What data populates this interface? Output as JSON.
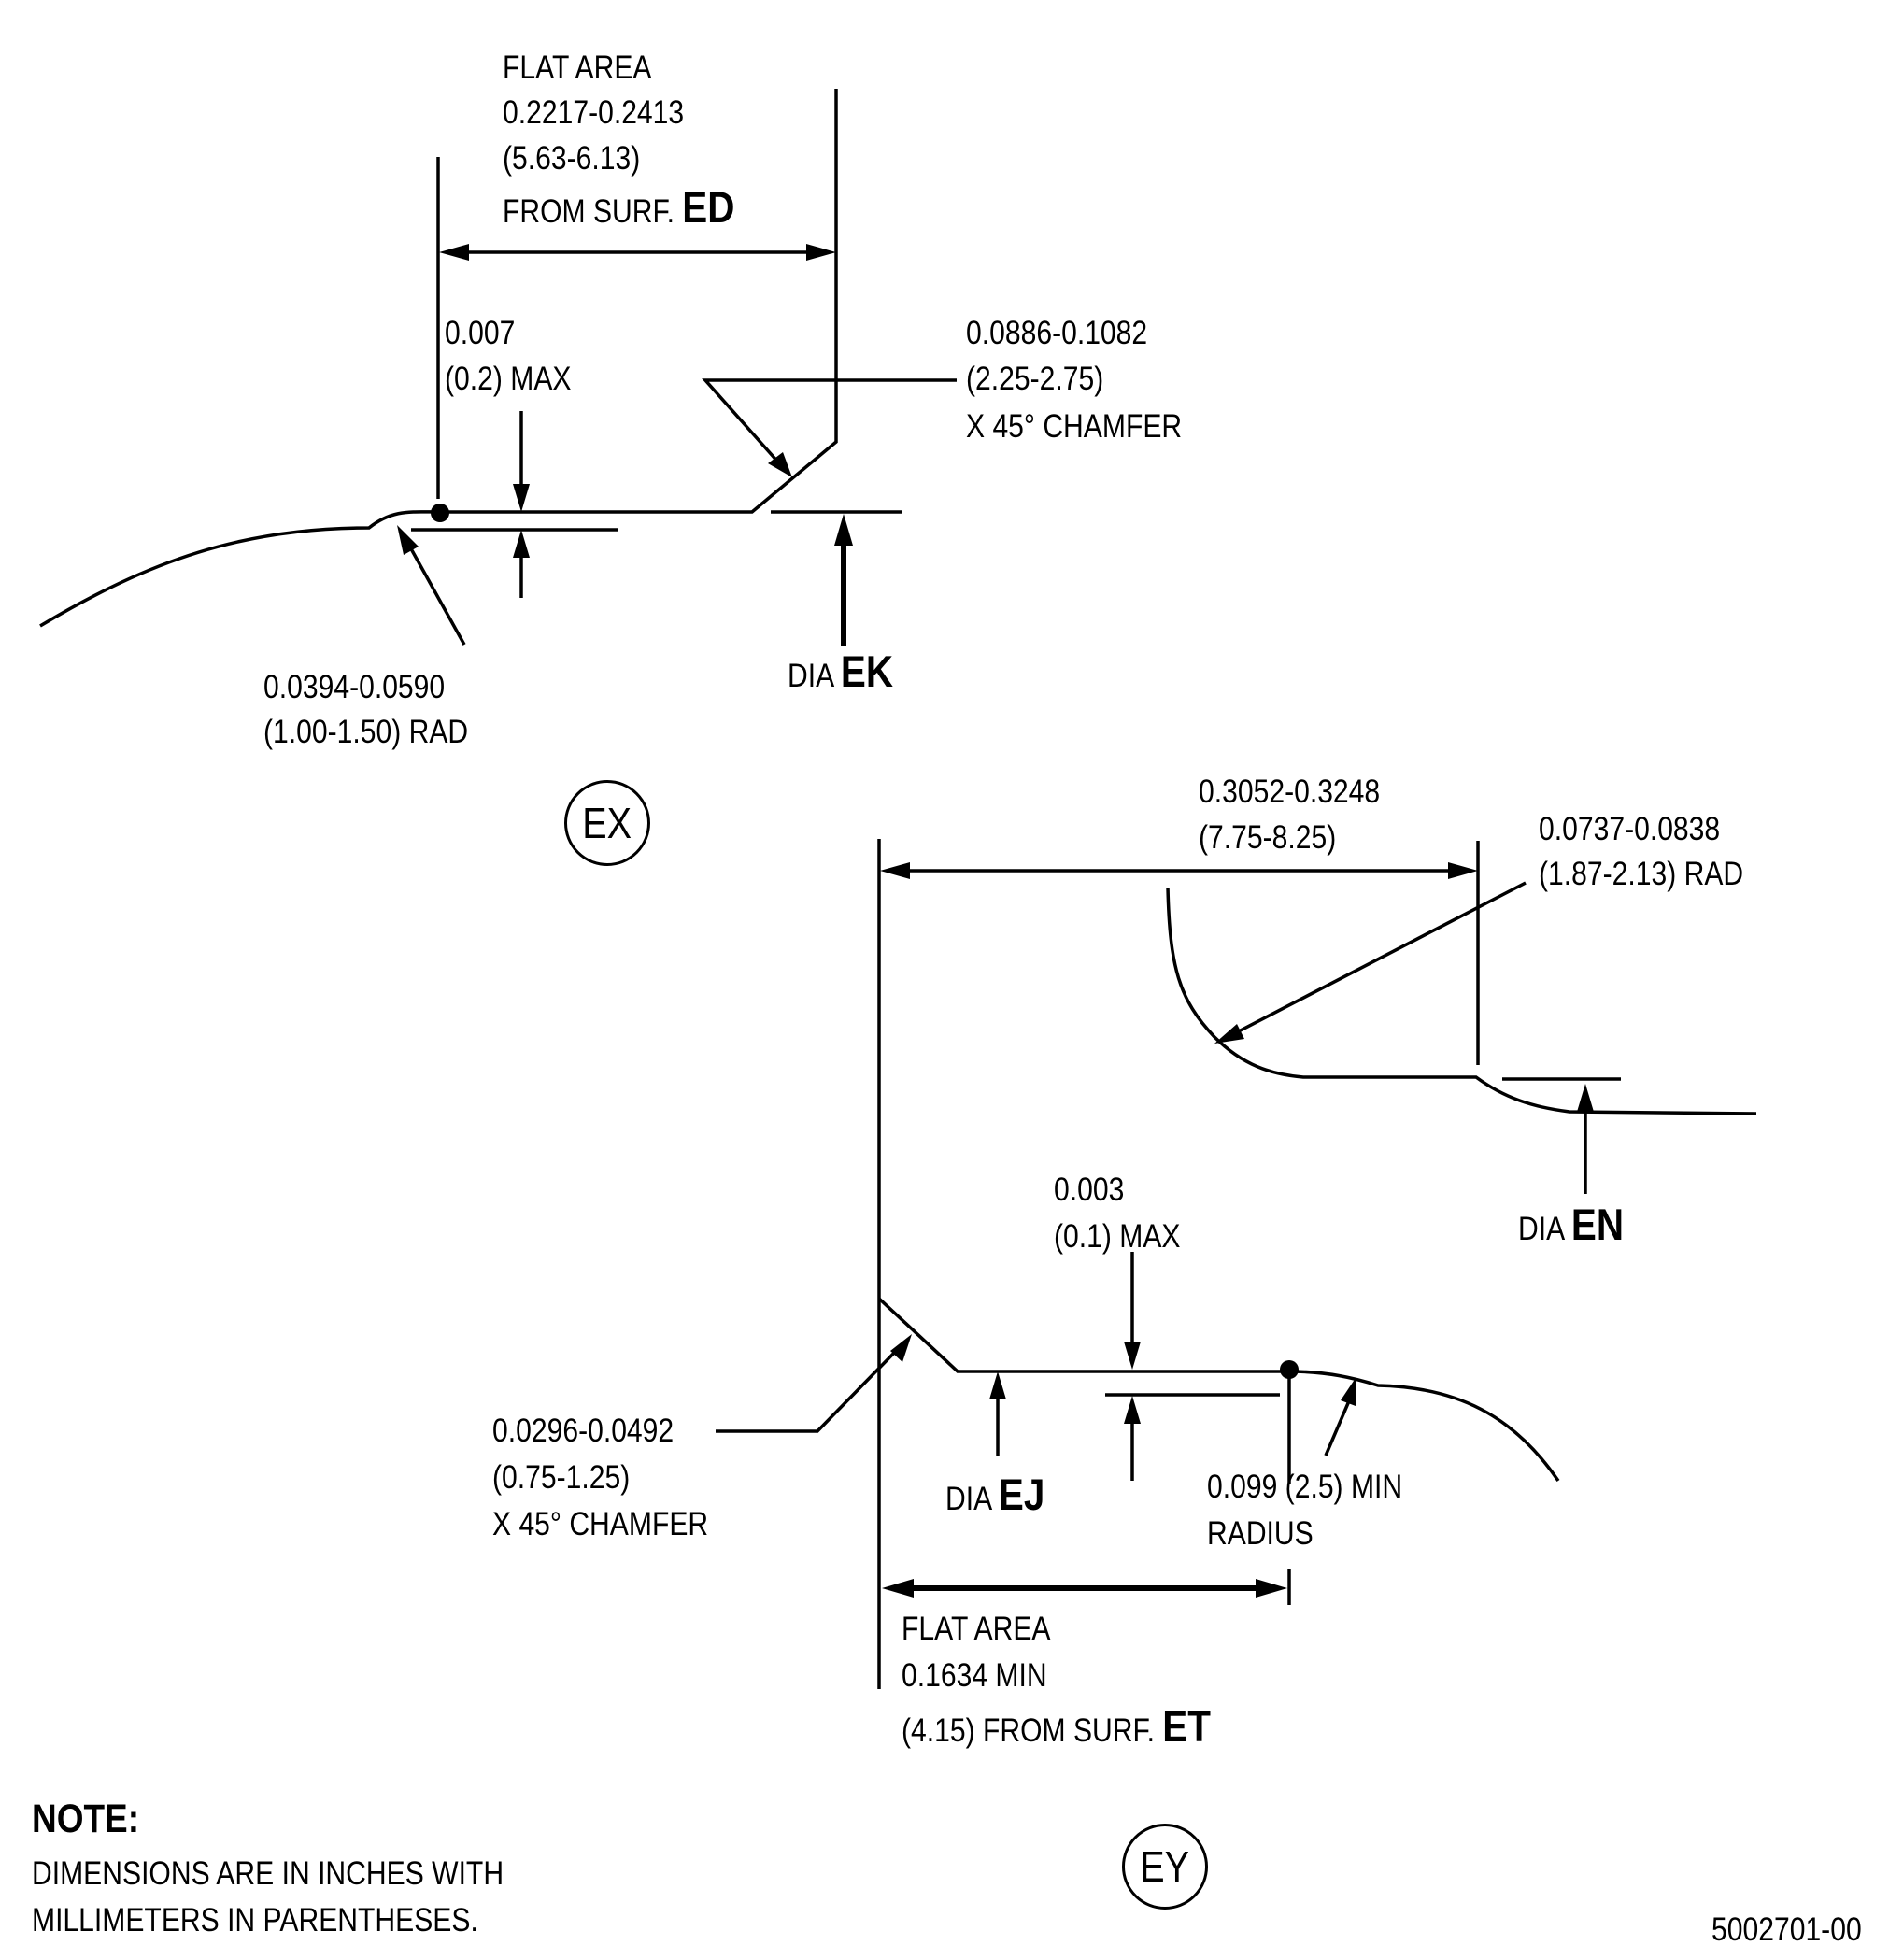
{
  "detail_ex": {
    "label": "EX",
    "flat_area": {
      "line1": "FLAT AREA",
      "line2": "0.2217-0.2413",
      "line3": "(5.63-6.13)",
      "line4_prefix": "FROM SURF. ",
      "line4_surface": "ED"
    },
    "flatness": {
      "line1": "0.007",
      "line2": "(0.2) MAX"
    },
    "chamfer": {
      "line1": "0.0886-0.1082",
      "line2": "(2.25-2.75)",
      "line3": "X 45° CHAMFER"
    },
    "dia": {
      "prefix": "DIA ",
      "surface": "EK"
    },
    "radius": {
      "line1": "0.0394-0.0590",
      "line2": "(1.00-1.50) RAD"
    }
  },
  "detail_ey": {
    "label": "EY",
    "width": {
      "line1": "0.3052-0.3248",
      "line2": "(7.75-8.25)"
    },
    "radius": {
      "line1": "0.0737-0.0838",
      "line2": "(1.87-2.13) RAD"
    },
    "dia_en": {
      "prefix": "DIA ",
      "surface": "EN"
    },
    "flatness": {
      "line1": "0.003",
      "line2": "(0.1) MAX"
    },
    "chamfer": {
      "line1": "0.0296-0.0492",
      "line2": "(0.75-1.25)",
      "line3": "X 45° CHAMFER"
    },
    "dia_ej": {
      "prefix": "DIA ",
      "surface": "EJ"
    },
    "min_radius": {
      "line1": "0.099 (2.5) MIN",
      "line2": "RADIUS"
    },
    "flat_area": {
      "line1": "FLAT AREA",
      "line2": "0.1634 MIN",
      "line3_prefix": "(4.15) FROM SURF. ",
      "line3_surface": "ET"
    }
  },
  "note": {
    "heading": "NOTE:",
    "line1": "DIMENSIONS ARE IN INCHES WITH",
    "line2": "MILLIMETERS IN PARENTHESES."
  },
  "drawing_number": "5002701-00"
}
